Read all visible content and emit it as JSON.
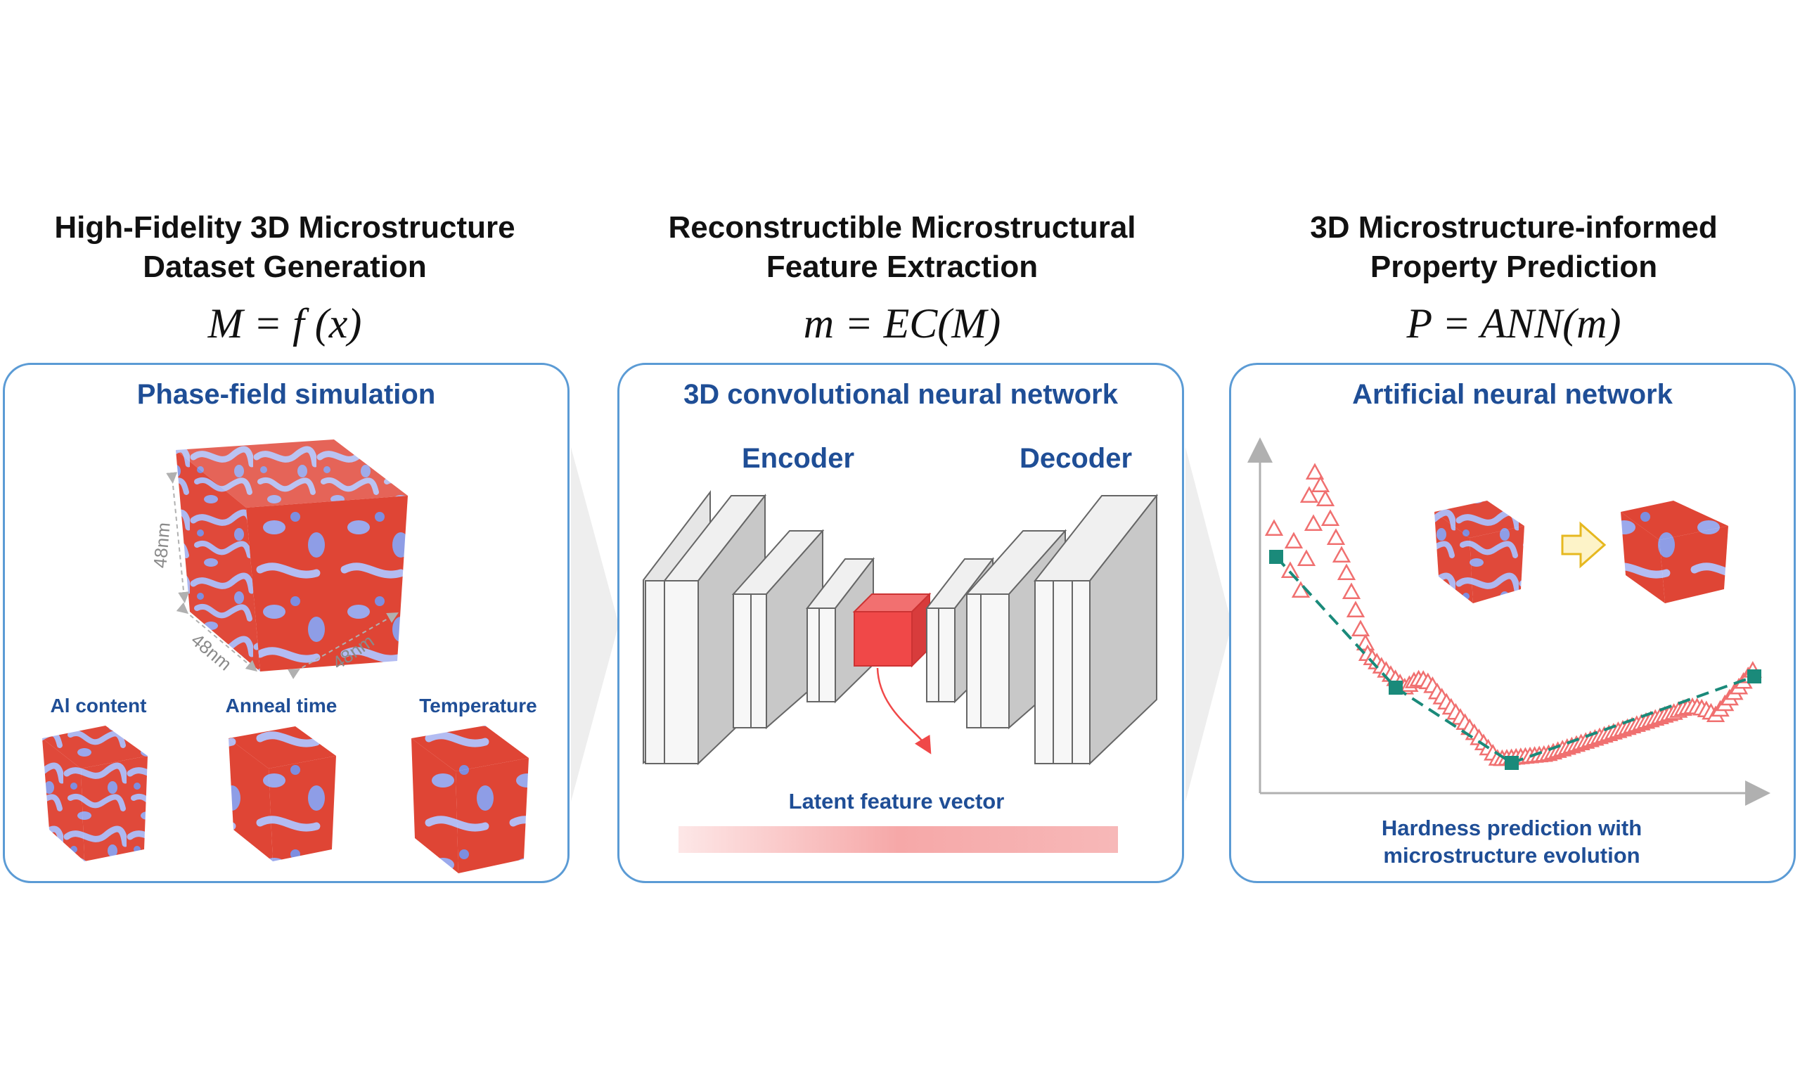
{
  "columns": [
    {
      "title_line1": "High-Fidelity 3D Microstructure",
      "title_line2": "Dataset Generation",
      "formula": "M = f (x)",
      "panel_title": "Phase-field simulation",
      "dims": [
        "48nm",
        "48nm",
        "48nm"
      ],
      "parameters": [
        "Al content",
        "Anneal time",
        "Temperature"
      ]
    },
    {
      "title_line1": "Reconstructible Microstructural",
      "title_line2": "Feature Extraction",
      "formula": "m = EC(M)",
      "panel_title": "3D convolutional neural network",
      "encoder_label": "Encoder",
      "decoder_label": "Decoder",
      "latent_label": "Latent feature vector"
    },
    {
      "title_line1": "3D Microstructure-informed",
      "title_line2": "Property Prediction",
      "formula": "P = ANN(m)",
      "panel_title": "Artificial neural network",
      "caption_line1": "Hardness prediction with",
      "caption_line2": "microstructure evolution"
    }
  ],
  "colors": {
    "panel_border": "#5b9bd5",
    "panel_title": "#1f4e96",
    "microstructure_red": "#e0493a",
    "microstructure_blue": "#8f9fe0",
    "latent_red": "#f04848",
    "marker_triangle": "#f07070",
    "marker_square": "#1a8a7a"
  },
  "icons": {
    "flow_arrow": "chevron-right-icon",
    "evolution_arrow": "arrow-right-icon"
  }
}
